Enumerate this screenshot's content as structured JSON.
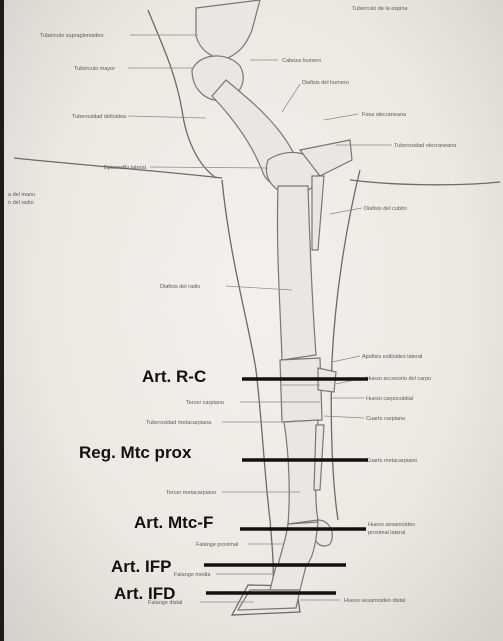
{
  "small_labels": {
    "tuberculo_supraglenoideo": "Tubérculo supraglenoideo",
    "tuberculo_mayor": "Tubérculo mayor",
    "tuberosidad_deltoidea": "Tuberosidad deltoidea",
    "epicondilo_lateral": "Epicondilo lateral",
    "cabeza_humero": "Cabeza humero",
    "diafisis_humero": "Diafisis del humero",
    "fosa_olecraneana": "Fosa olecraneana",
    "tuberosidad_olecraneana": "Tuberosidad olecraneana",
    "diafisis_cubito": "Diafisis del cubito",
    "diafisis_radio": "Diafisis del radio",
    "apofisis_estiloides": "Apofisis estiloides lateral",
    "hueso_accesorio": "Hueso accesorio del carpo",
    "hueso_carpocubital": "Hueso carpocubital",
    "tercer_carpiano": "Tercer carpiano",
    "cuarto_carpiano": "Cuarto carpiano",
    "tuberosidad_metacarpiana": "Tuberosidad metacarpiana",
    "cuarto_metacarpiano": "Cuarto metacarpiano",
    "tercer_metacarpiano": "Tercer metacarpiano",
    "hueso_sesamoideo_proximal": [
      "Hueso sesamoideo",
      "proximal lateral"
    ],
    "falange_proximal": "Falange proximal",
    "falange_media": "Falange media",
    "falange_distal": "Falange distal",
    "hueso_sesamoideo_distal": "Hueso sesamoideo distal",
    "tuberculo_escapula": "Tubérculo de la espina",
    "margin_text": [
      "a del manu",
      "n del radio"
    ]
  },
  "joint_labels": {
    "art_rc": "Art. R-C",
    "reg_mtc_prox": "Reg. Mtc prox",
    "art_mtc_f": "Art. Mtc-F",
    "art_ifp": "Art. IFP",
    "art_ifd": "Art. IFD"
  },
  "colors": {
    "background": "#1c1c1c",
    "paper": "#ece8e4",
    "marker_line": "#111111",
    "bone_outline": "#777777",
    "label_text": "#5a5a5a"
  }
}
